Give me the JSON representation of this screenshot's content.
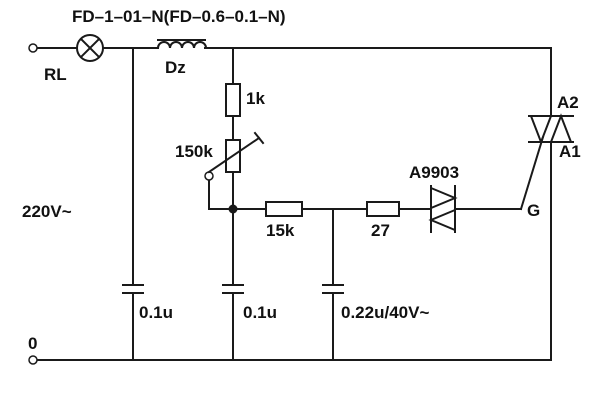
{
  "diagram": {
    "part_number": "FD–1–01–N(FD–0.6–0.1–N)",
    "labels": {
      "lamp": "RL",
      "inductor": "Dz",
      "resistor_top": "1k",
      "potentiometer": "150k",
      "supply": "220V~",
      "resistor_mid": "15k",
      "resistor_right": "27",
      "diac": "A9903",
      "gate": "G",
      "anode2": "A2",
      "anode1": "A1",
      "cap_left": "0.1u",
      "cap_mid": "0.1u",
      "cap_right": "0.22u/40V~",
      "ground": "0"
    },
    "colors": {
      "ink": "#1a1a1a",
      "background": "#ffffff"
    },
    "icons": [
      "lamp-icon",
      "inductor-icon",
      "resistor-icon",
      "potentiometer-icon",
      "capacitor-icon",
      "diac-icon",
      "triac-icon",
      "terminal-icon"
    ]
  }
}
